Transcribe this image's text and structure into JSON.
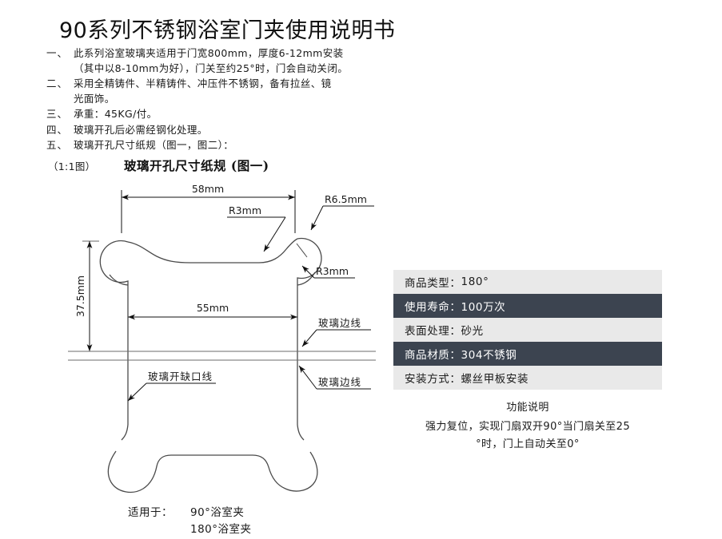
{
  "document": {
    "title": "90系列不锈钢浴室门夹使用说明书"
  },
  "clauses": [
    {
      "num": "一、",
      "lines": [
        "此系列浴室玻璃夹适用于门宽800mm，厚度6-12mm安装",
        "（其中以8-10mm为好），门关至约25°时，门会自动关闭。"
      ]
    },
    {
      "num": "二、",
      "lines": [
        "采用全精铸件、半精铸件、冲压件不锈钢，备有拉丝、镜",
        "光面饰。"
      ]
    },
    {
      "num": "三、",
      "lines": [
        "承重：45KG/付。"
      ]
    },
    {
      "num": "四、",
      "lines": [
        "玻璃开孔后必需经钢化处理。"
      ]
    },
    {
      "num": "五、",
      "lines": [
        "玻璃开孔尺寸纸规（图一，图二）："
      ]
    }
  ],
  "figure": {
    "scale_label": "（1:1图）",
    "title": "玻璃开孔尺寸纸规 (图一)",
    "dimensions": {
      "width_top": "58mm",
      "width_inner": "55mm",
      "height_left": "37.5mm",
      "radius_lobe": "R6.5mm",
      "radius_fillet_top": "R3mm",
      "radius_fillet_right": "R3mm"
    },
    "annotations": {
      "glass_edge_upper": "玻璃边线",
      "glass_edge_lower": "玻璃边线",
      "notch_line": "玻璃开缺口线"
    }
  },
  "spec_table": {
    "rows": [
      {
        "label": "商品类型：",
        "value": "180°",
        "style": "light"
      },
      {
        "label": "使用寿命：",
        "value": "100万次",
        "style": "dark"
      },
      {
        "label": "表面处理：",
        "value": "砂光",
        "style": "light"
      },
      {
        "label": "商品材质：",
        "value": "304不锈钢",
        "style": "dark"
      },
      {
        "label": "安装方式：",
        "value": "螺丝甲板安装",
        "style": "light"
      }
    ],
    "colors": {
      "light_row_bg": "#e9e9e9",
      "dark_row_bg": "#3c4450",
      "dark_row_text": "#ffffff"
    }
  },
  "function_info": {
    "heading": "功能说明",
    "line1": "强力复位，实现门扇双开90°当门扇关至25",
    "line2": "°时，门上自动关至0°"
  },
  "bottom_caption": {
    "prefix": "适用于：",
    "option1": "90°浴室夹",
    "option2": "180°浴室夹"
  }
}
